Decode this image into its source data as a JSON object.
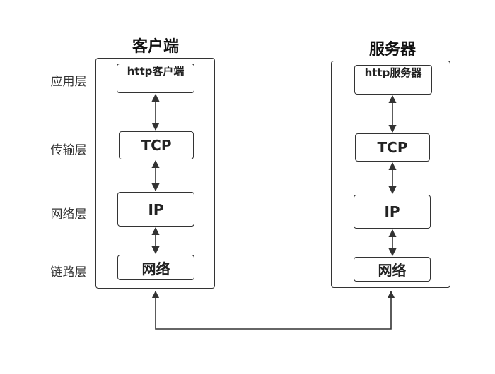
{
  "layers": [
    "应用层",
    "传输层",
    "网络层",
    "链路层"
  ],
  "client": {
    "title": "客户端",
    "boxes": [
      "http客户端",
      "TCP",
      "IP",
      "网络"
    ]
  },
  "server": {
    "title": "服务器",
    "boxes": [
      "http服务器",
      "TCP",
      "IP",
      "网络"
    ]
  }
}
